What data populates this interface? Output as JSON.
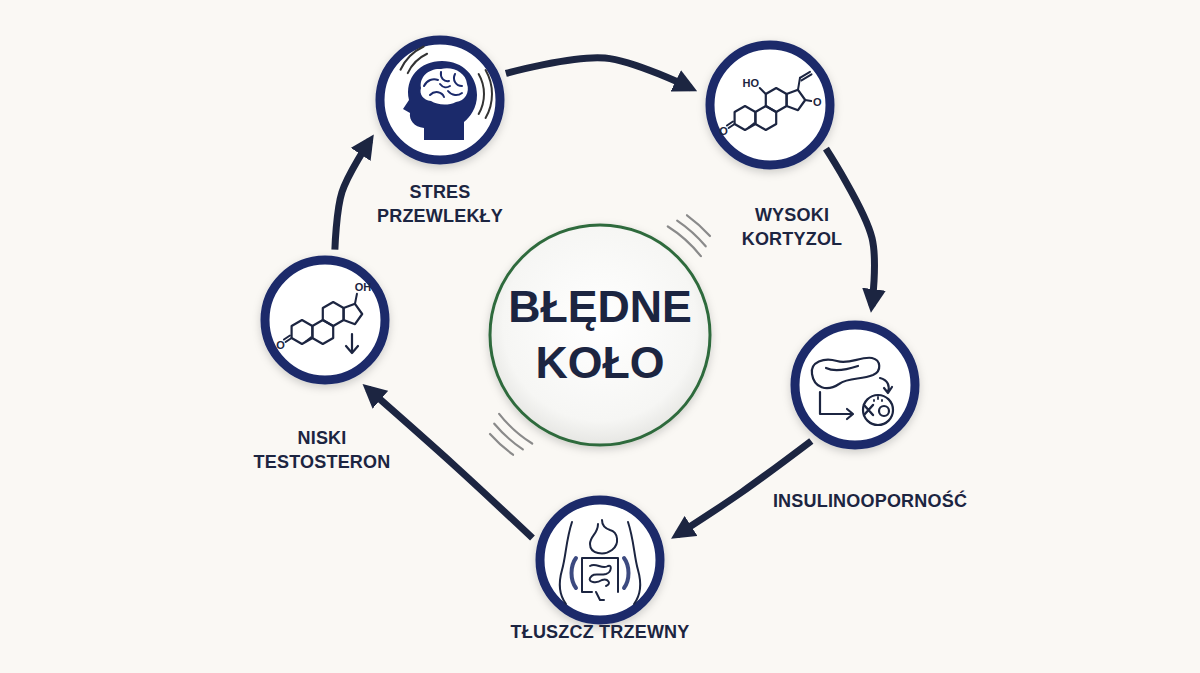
{
  "diagram": {
    "nodes": [
      {
        "text": [
          "STRES PRZEWLEKŁY"
        ]
      },
      {
        "text": [
          "WYSOKI KORTYZOL"
        ]
      },
      {
        "text": [
          "INSULINOOPORNOŚĆ"
        ]
      },
      {
        "text": [
          "TŁUSZCZ TRZEWNY"
        ]
      },
      {
        "text": [
          "NISKI TESTOSTERON"
        ]
      },
      {
        "text": [
          "BŁĘDNE KOŁO"
        ]
      }
    ],
    "edges": [
      {
        "from": 0,
        "to": 1,
        "arrow": "to"
      },
      {
        "from": 1,
        "to": 2,
        "arrow": "to"
      },
      {
        "from": 2,
        "to": 3,
        "arrow": "to"
      },
      {
        "from": 3,
        "to": 4,
        "arrow": "to"
      },
      {
        "from": 4,
        "to": 0,
        "arrow": "to"
      }
    ],
    "labels": [
      "HO",
      "O",
      "O",
      "OH",
      "O"
    ]
  }
}
